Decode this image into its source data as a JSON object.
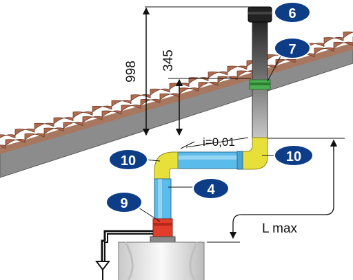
{
  "dimensions": {
    "total_height": "998",
    "above_roof": "345",
    "slope": "i=0,01",
    "length": "L max"
  },
  "callouts": {
    "chimney_cap": "6",
    "roof_flashing": "7",
    "elbow_left": "10",
    "elbow_right": "10",
    "horizontal_pipe": "4",
    "boiler_adapter": "9"
  },
  "colors": {
    "callout_fill": "#0d3d86",
    "elbow": "#e8e03a",
    "straight_pipe": "#5bbcec",
    "adapter": "#e23d2a",
    "flashing": "#5cb85c",
    "roof_tiles": "#b06a4e",
    "roof_deck": "#8a8a8a"
  }
}
